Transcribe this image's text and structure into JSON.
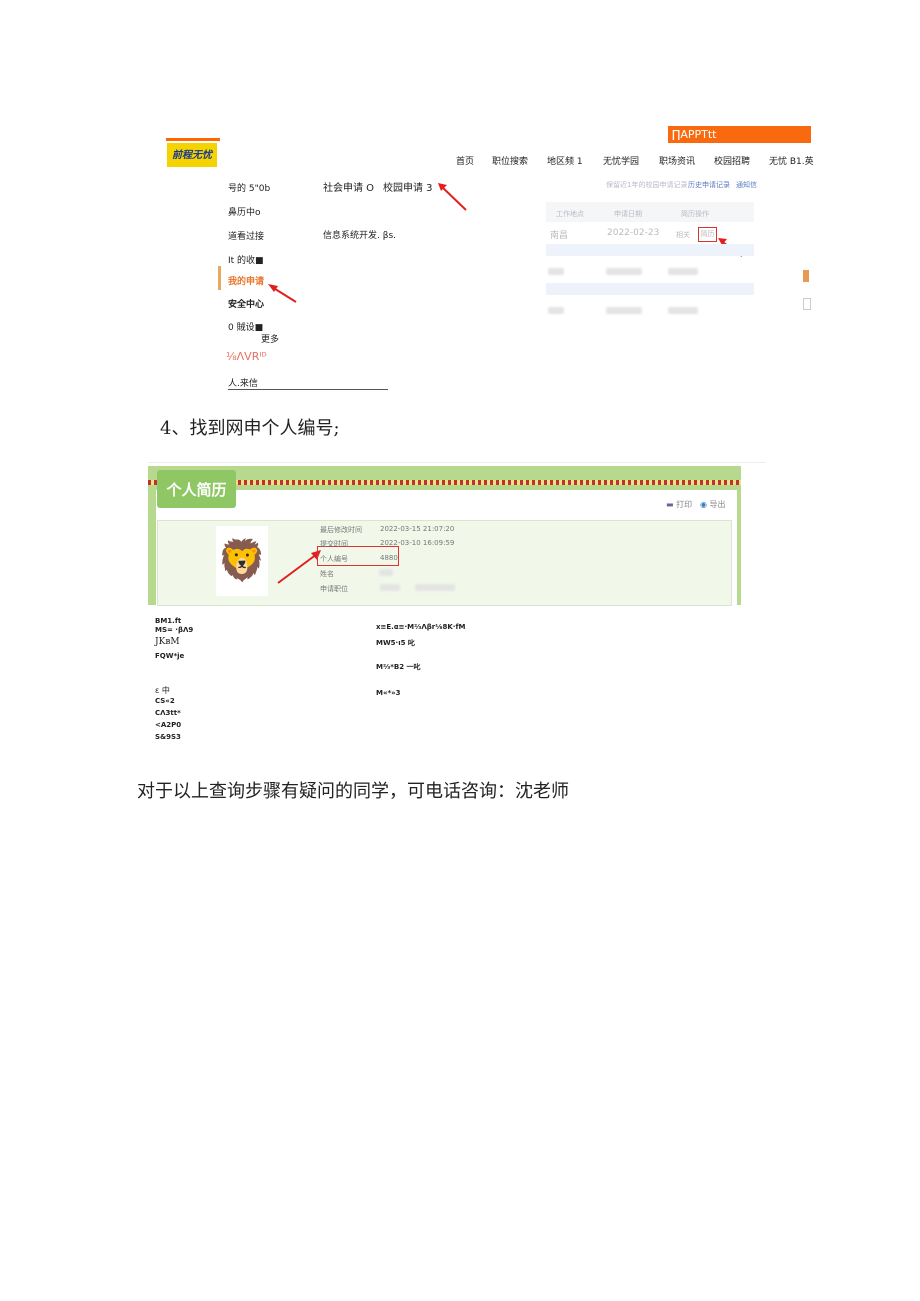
{
  "shot1": {
    "logo_text": "前程无忧",
    "app_button": "∏APPTtt",
    "nav": [
      "首页",
      "职位搜索",
      "地区频 1",
      "无忧学园",
      "职场资讯",
      "校园招聘",
      "无忧 B1.英"
    ],
    "sidebar": [
      "号的 5\"0b",
      "鼻历中o",
      "道看过接",
      "It 的收■",
      "我的申请",
      "安全中心",
      "0 賊设■",
      "更多",
      "⅛ΛVRᴵᴰ",
      "人.来信"
    ],
    "tabs": [
      "社会申请 O",
      "校园申请 3"
    ],
    "job_title": "信息系统开发. βs.",
    "right_header": [
      "保留近1年的校园申请记录",
      "历史申请记录",
      "通知信"
    ],
    "table_headers": [
      "工作地点",
      "申请日期",
      "简历操作"
    ],
    "table_row": {
      "location": "南昌",
      "date": "2022-02-23",
      "action1": "相关",
      "action2": "简历"
    }
  },
  "step4": "4、找到网申个人编号;",
  "shot2": {
    "banner_title": "个人简历",
    "print": "打印",
    "export": "导出",
    "fields": [
      {
        "label": "最后修改时间",
        "value": "2022-03-15 21:07:20"
      },
      {
        "label": "提交时间",
        "value": "2022-03-10 16:09:59"
      },
      {
        "label": "个人编号",
        "value": "4880"
      },
      {
        "label": "姓名",
        "value": ""
      },
      {
        "label": "申请职位",
        "value": ""
      }
    ]
  },
  "ocr_left": [
    "BM1.ft",
    "MS= ·βΛ9",
    "JKвM",
    "FQW*je",
    "ε 中",
    "CS«2",
    "CΛ3tt*",
    "<A2P0",
    "S&9S3"
  ],
  "ocr_right": [
    "x≡E.α≡·M⅔Λβr⅛8K·fM",
    "MW5·ı5 叱",
    "M⅔*B2 一叱",
    "M«*»3"
  ],
  "footer": "对于以上查询步骤有疑问的同学，可电话咨询：沈老师"
}
